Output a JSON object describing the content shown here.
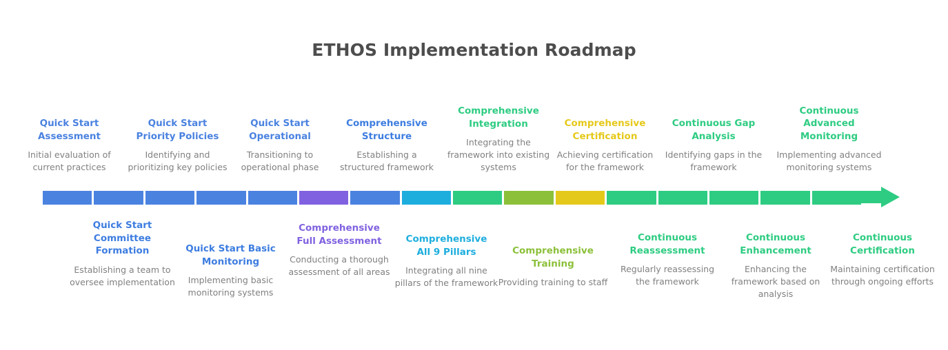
{
  "title": "ETHOS Implementation Roadmap",
  "colors": {
    "title": "#4d4d4d",
    "description": "#808080",
    "background": "#ffffff",
    "quick_start_blue": "#4a82e0",
    "comprehensive_blue": "#3d7de0",
    "comprehensive_purple": "#8062e0",
    "comprehensive_cyan": "#1eaede",
    "comprehensive_green": "#2ecc82",
    "comprehensive_olive": "#8cc03a",
    "comprehensive_yellow": "#e5c91a",
    "continuous_green": "#2ecc82"
  },
  "timeline": {
    "segments": [
      {
        "index": 1,
        "color": "#4a82e0",
        "phase": "Quick Start"
      },
      {
        "index": 2,
        "color": "#4a82e0",
        "phase": "Quick Start"
      },
      {
        "index": 3,
        "color": "#4a82e0",
        "phase": "Quick Start"
      },
      {
        "index": 4,
        "color": "#4a82e0",
        "phase": "Quick Start"
      },
      {
        "index": 5,
        "color": "#4a82e0",
        "phase": "Quick Start"
      },
      {
        "index": 6,
        "color": "#8062e0",
        "phase": "Comprehensive"
      },
      {
        "index": 7,
        "color": "#4a82e0",
        "phase": "Comprehensive"
      },
      {
        "index": 8,
        "color": "#1eaede",
        "phase": "Comprehensive"
      },
      {
        "index": 9,
        "color": "#2ecc82",
        "phase": "Comprehensive"
      },
      {
        "index": 10,
        "color": "#8cc03a",
        "phase": "Comprehensive"
      },
      {
        "index": 11,
        "color": "#e5c91a",
        "phase": "Comprehensive"
      },
      {
        "index": 12,
        "color": "#2ecc82",
        "phase": "Continuous"
      },
      {
        "index": 13,
        "color": "#2ecc82",
        "phase": "Continuous"
      },
      {
        "index": 14,
        "color": "#2ecc82",
        "phase": "Continuous"
      },
      {
        "index": 15,
        "color": "#2ecc82",
        "phase": "Continuous"
      },
      {
        "index": 16,
        "color": "#2ecc82",
        "phase": "Continuous"
      }
    ],
    "arrow_color": "#2ecc82",
    "direction": "right"
  },
  "milestones_top": [
    {
      "title": "Quick Start\nAssessment",
      "title_line1": "Quick Start",
      "title_line2": "Assessment",
      "description": "Initial evaluation of current practices",
      "color": "#4a82e0",
      "position": "top"
    },
    {
      "title_line1": "Quick Start",
      "title_line2": "Priority Policies",
      "description": "Identifying and prioritizing key policies",
      "color": "#4a82e0",
      "position": "top"
    },
    {
      "title_line1": "Quick Start",
      "title_line2": "Operational",
      "description": "Transitioning to operational phase",
      "color": "#4a82e0",
      "position": "top"
    },
    {
      "title_line1": "Comprehensive",
      "title_line2": "Structure",
      "description": "Establishing a structured framework",
      "color": "#3d7de0",
      "position": "top"
    },
    {
      "title_line1": "Comprehensive",
      "title_line2": "Integration",
      "description": "Integrating the framework into existing systems",
      "color": "#2ecc82",
      "position": "top"
    },
    {
      "title_line1": "Comprehensive",
      "title_line2": "Certification",
      "description": "Achieving certification for the framework",
      "color": "#e5c91a",
      "position": "top"
    },
    {
      "title_line1": "Continuous Gap",
      "title_line2": "Analysis",
      "description": "Identifying gaps in the framework",
      "color": "#2ecc82",
      "position": "top"
    },
    {
      "title_line1": "Continuous",
      "title_line2": "Advanced",
      "title_line3": "Monitoring",
      "description": "Implementing advanced monitoring systems",
      "color": "#2ecc82",
      "position": "top"
    }
  ],
  "milestones_bottom": [
    {
      "title_line1": "Quick Start",
      "title_line2": "Committee",
      "title_line3": "Formation",
      "description": "Establishing a team to oversee implementation",
      "color": "#3d7de0",
      "position": "bottom"
    },
    {
      "title_line1": "Quick Start Basic",
      "title_line2": "Monitoring",
      "description": "Implementing basic monitoring systems",
      "color": "#3d7de0",
      "position": "bottom"
    },
    {
      "title_line1": "Comprehensive",
      "title_line2": "Full Assessment",
      "description": "Conducting a thorough assessment of all areas",
      "color": "#8062e0",
      "position": "bottom"
    },
    {
      "title_line1": "Comprehensive",
      "title_line2": "All 9 Pillars",
      "description": "Integrating all nine pillars of the framework",
      "color": "#1eaede",
      "position": "bottom"
    },
    {
      "title_line1": "Comprehensive",
      "title_line2": "Training",
      "description": "Providing training to staff",
      "color": "#8cc03a",
      "position": "bottom"
    },
    {
      "title_line1": "Continuous",
      "title_line2": "Reassessment",
      "description": "Regularly reassessing the framework",
      "color": "#2ecc82",
      "position": "bottom"
    },
    {
      "title_line1": "Continuous",
      "title_line2": "Enhancement",
      "description": "Enhancing the framework based on analysis",
      "color": "#2ecc82",
      "position": "bottom"
    },
    {
      "title_line1": "Continuous",
      "title_line2": "Certification",
      "description": "Maintaining certification through ongoing efforts",
      "color": "#2ecc82",
      "position": "bottom"
    }
  ],
  "layout": {
    "top_positions": [
      18,
      180,
      330,
      487,
      648,
      800,
      955,
      1125
    ],
    "top_widths": [
      165,
      155,
      152,
      148,
      150,
      155,
      160,
      155
    ],
    "top_bottoms": [
      252,
      252,
      252,
      252,
      252,
      252,
      252,
      252
    ],
    "bottom_positions": [
      100,
      252,
      412,
      570,
      722,
      888,
      1045,
      1200
    ],
    "bottom_widths": [
      155,
      165,
      160,
      155,
      160,
      160,
      160,
      160
    ],
    "bottom_tops": [
      318,
      352,
      322,
      338,
      355,
      336,
      336,
      336
    ]
  }
}
